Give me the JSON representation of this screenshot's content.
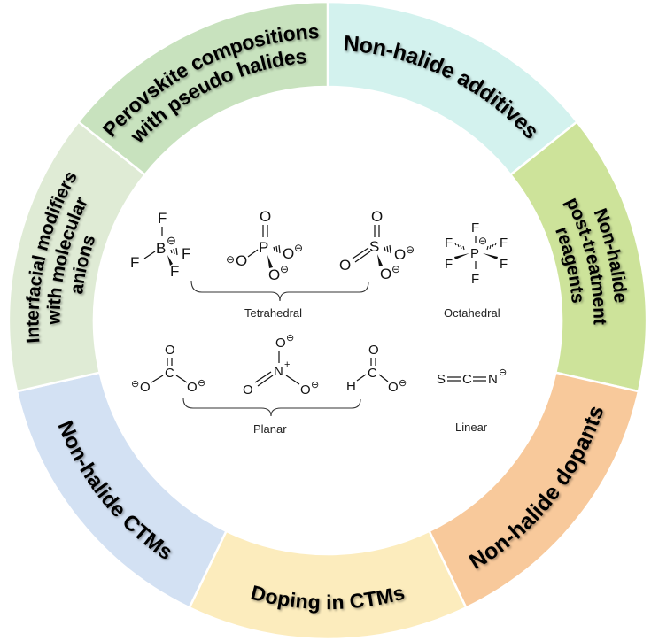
{
  "figure": {
    "segments": [
      {
        "id": "nh-additives",
        "lines": [
          "Non-halide additives"
        ],
        "color": "#d3f2ee"
      },
      {
        "id": "post-treatment",
        "lines": [
          "Non-halide",
          "post-treatment",
          "reagents"
        ],
        "color": "#cde39a"
      },
      {
        "id": "dopants",
        "lines": [
          "Non-halide dopants"
        ],
        "color": "#f8c99b"
      },
      {
        "id": "doping-ctms",
        "lines": [
          "Doping in CTMs"
        ],
        "color": "#fcecbd"
      },
      {
        "id": "nh-ctms",
        "lines": [
          "Non-halide CTMs"
        ],
        "color": "#d3e1f3"
      },
      {
        "id": "interfacial",
        "lines": [
          "Interfacial modifiers",
          "with molecular",
          "anions"
        ],
        "color": "#dfebd5"
      },
      {
        "id": "perovskite",
        "lines": [
          "Perovskite compositions",
          "with pseudo halides"
        ],
        "color": "#c8e2be"
      }
    ],
    "anions": {
      "BF4": {
        "center": "B",
        "ligands": [
          "F",
          "F",
          "F",
          "F"
        ],
        "charge": "⊖"
      },
      "PO4": {
        "center": "P",
        "ligands": [
          "O",
          "O",
          "O",
          "O"
        ],
        "charges": [
          "⊖",
          "⊖",
          "⊖"
        ]
      },
      "SO4": {
        "center": "S",
        "ligands": [
          "O",
          "O",
          "O",
          "O"
        ],
        "charges": [
          "⊖",
          "⊖"
        ]
      },
      "PF6": {
        "center": "P",
        "ligands": [
          "F",
          "F",
          "F",
          "F",
          "F",
          "F"
        ],
        "charge": "⊖"
      },
      "CO3": {
        "center": "C",
        "ligands": [
          "O",
          "O",
          "O"
        ],
        "charges": [
          "⊖",
          "⊖"
        ]
      },
      "NO3": {
        "center": "N",
        "center_charge": "+",
        "ligands": [
          "O",
          "O",
          "O"
        ],
        "charges": [
          "⊖",
          "⊖"
        ]
      },
      "HCOO": {
        "center": "C",
        "ligands": [
          "H",
          "O",
          "O"
        ],
        "charge": "⊖"
      },
      "SCN": {
        "atoms": [
          "S",
          "C",
          "N"
        ],
        "charge": "⊖"
      }
    },
    "geometry_labels": {
      "tetrahedral": "Tetrahedral",
      "octahedral": "Octahedral",
      "planar": "Planar",
      "linear": "Linear"
    }
  }
}
